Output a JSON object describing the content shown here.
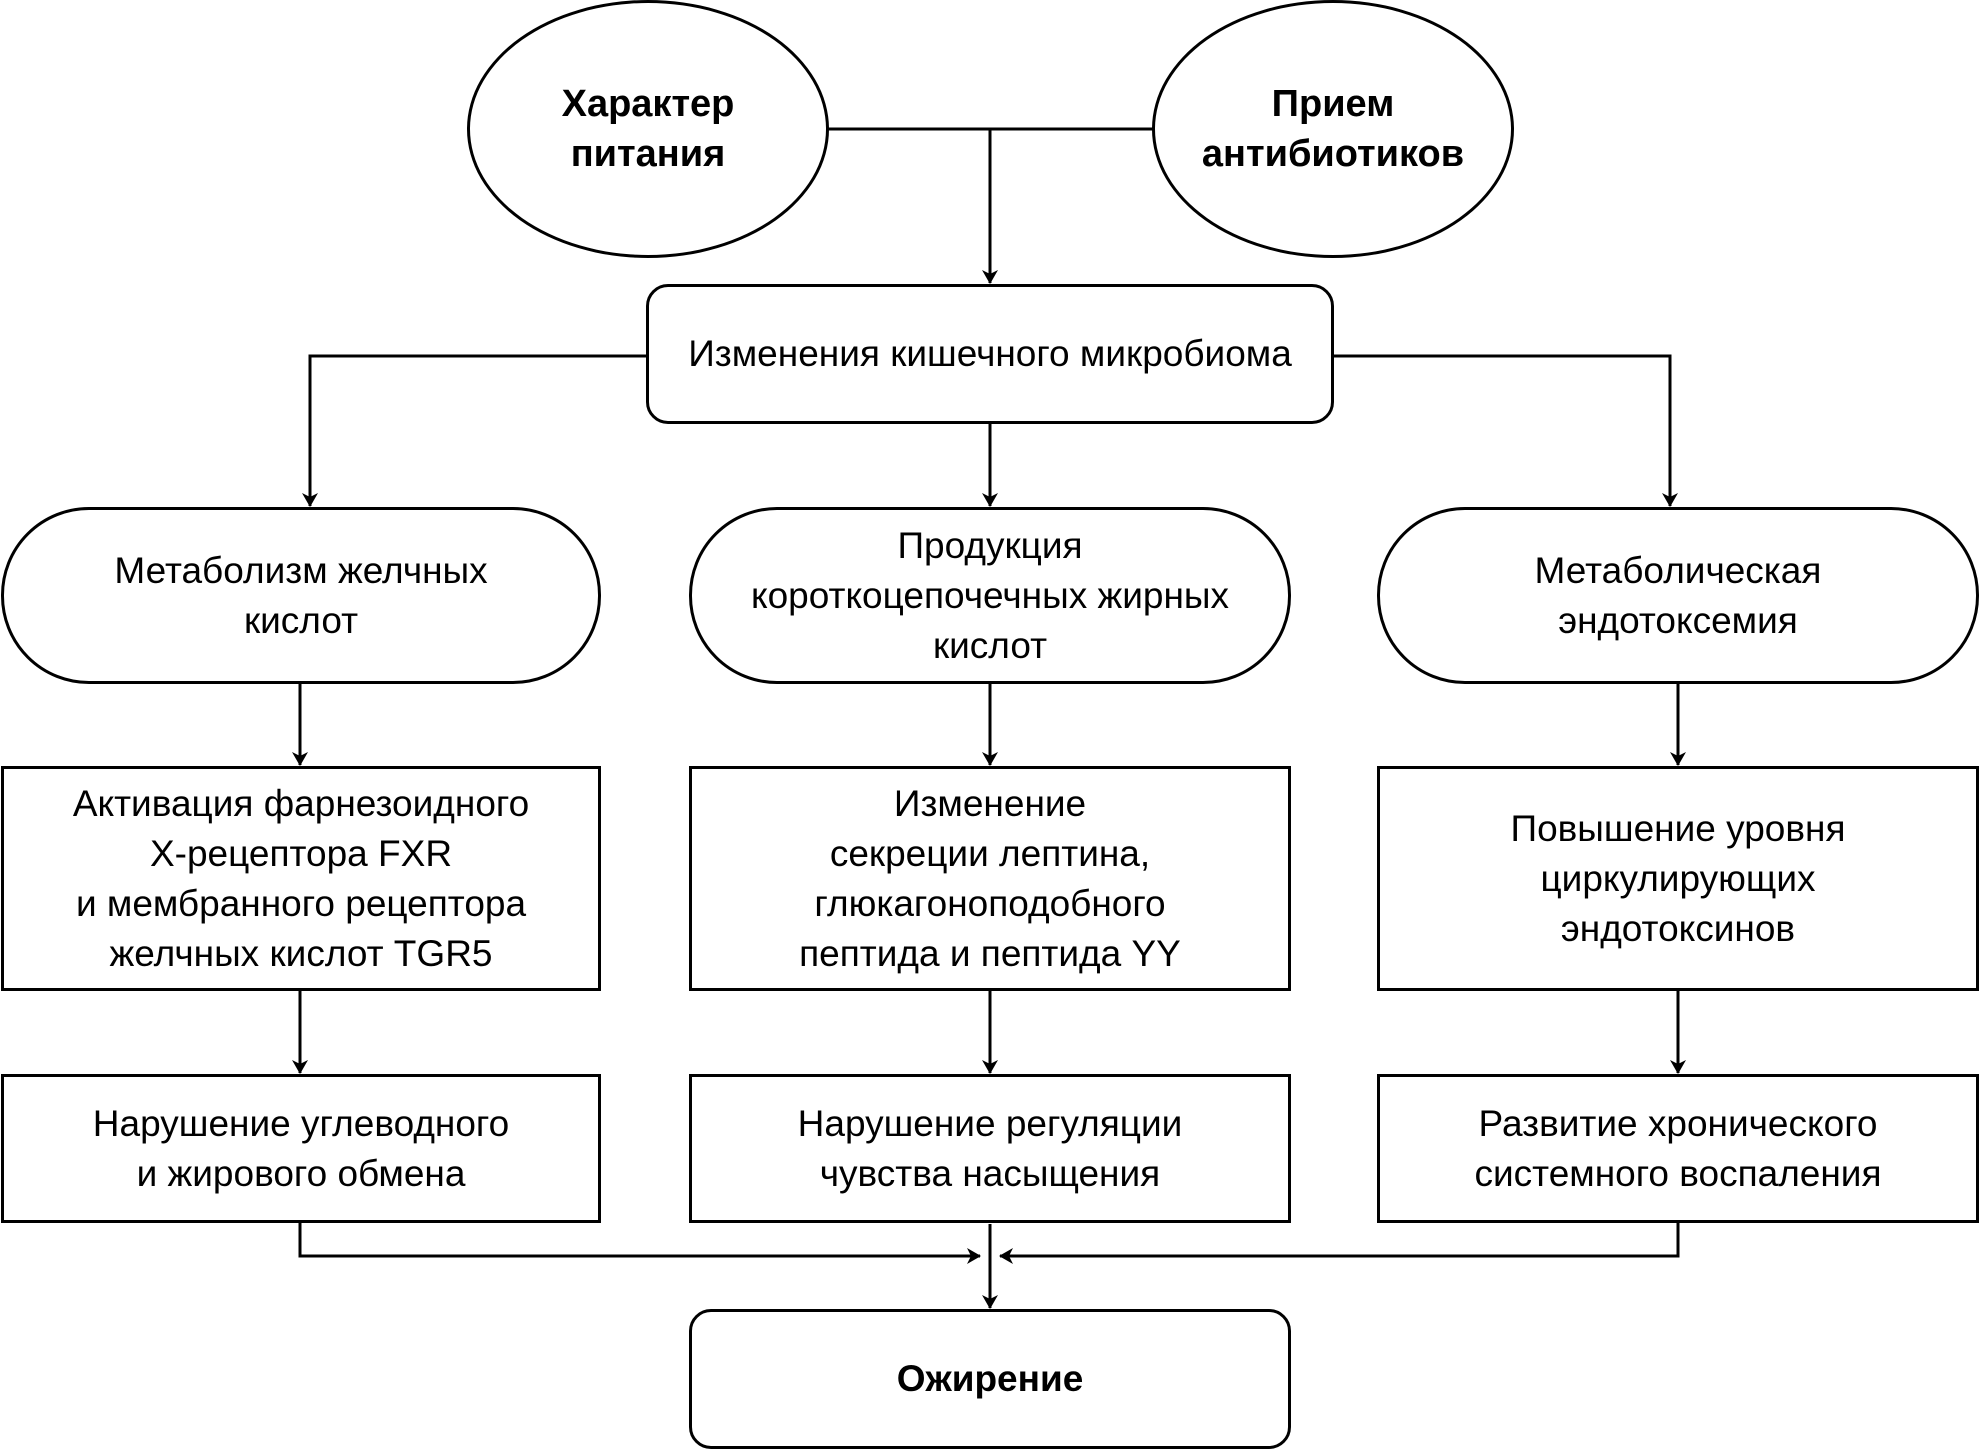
{
  "diagram": {
    "sources": [
      {
        "id": "diet",
        "label": "Характер\nпитания"
      },
      {
        "id": "antibiotics",
        "label": "Прием\nантибиотиков"
      }
    ],
    "center": {
      "id": "microbiome",
      "label": "Изменения кишечного микробиома"
    },
    "branches": [
      {
        "mechanism": "Метаболизм желчных\nкислот",
        "effect": "Активация фарнезоидного\nX-рецептора FXR\nи мембранного рецептора\nжелчных кислот TGR5",
        "outcome": "Нарушение углеводного\nи жирового обмена"
      },
      {
        "mechanism": "Продукция\nкороткоцепочечных жирных\nкислот",
        "effect": "Изменение\nсекреции лептина,\nглюкагоноподобного\nпептида и пептида YY",
        "outcome": "Нарушение регуляции\nчувства насыщения"
      },
      {
        "mechanism": "Метаболическая\nэндотоксемия",
        "effect": "Повышение уровня\nциркулирующих\nэндотоксинов",
        "outcome": "Развитие хронического\nсистемного воспаления"
      }
    ],
    "result": {
      "id": "obesity",
      "label": "Ожирение"
    }
  }
}
